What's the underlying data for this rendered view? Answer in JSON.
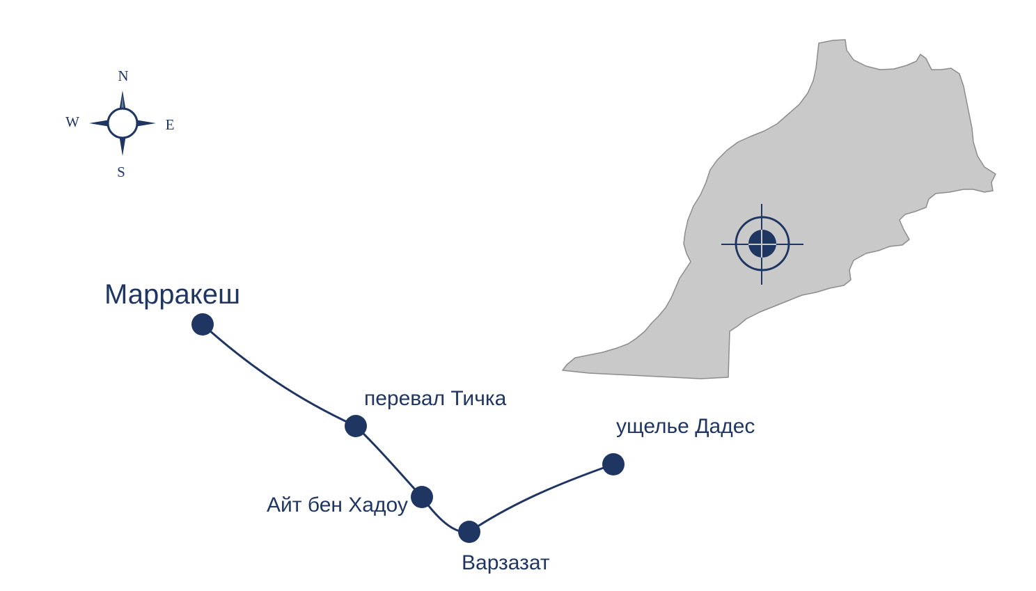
{
  "colors": {
    "route": "#1f3663",
    "country_fill": "#c9c9c9",
    "country_stroke": "#8c8c8c",
    "background": "#ffffff"
  },
  "compass": {
    "icon": "compass-rose-icon",
    "north": "N",
    "south": "S",
    "east": "E",
    "west": "W"
  },
  "inset_map": {
    "country_icon": "morocco-outline-icon",
    "marker_icon": "crosshair-target-icon"
  },
  "route": {
    "stops": [
      {
        "id": "marrakech",
        "label": "Марракеш"
      },
      {
        "id": "tichka",
        "label": "перевал Тичка"
      },
      {
        "id": "ait-ben-haddou",
        "label": "Айт бен Хадоу"
      },
      {
        "id": "ouarzazate",
        "label": "Варзазат"
      },
      {
        "id": "dades",
        "label": "ущелье Дадес"
      }
    ]
  }
}
